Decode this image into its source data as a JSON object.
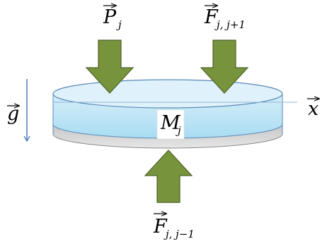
{
  "labels": {
    "P_main": "P",
    "P_sub": "j",
    "F_top_main": "F",
    "F_top_sub": "j, j+1",
    "F_bottom_main": "F",
    "F_bottom_sub": "j, j−1",
    "M_main": "M",
    "M_sub": "j",
    "g": "g",
    "x": "x"
  },
  "colors": {
    "arrow_fill": "#77933c",
    "arrow_stroke": "#4f6228",
    "water_top": "#dceef8",
    "water_side": "#bfe6f6",
    "base": "#d0d0d0",
    "gravity_line": "#4a7ebb",
    "outline": "#5a8ab8"
  }
}
